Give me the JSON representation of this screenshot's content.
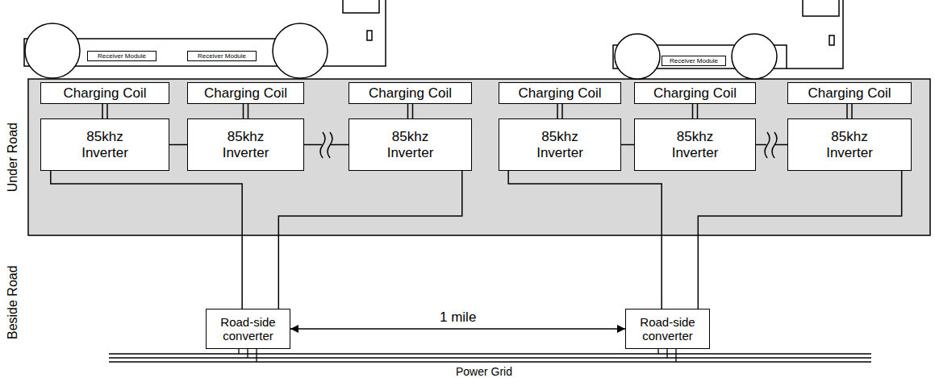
{
  "diagram": {
    "nodes": [
      {
        "text": [
          "Receiver Module"
        ]
      },
      {
        "text": [
          "Receiver Module"
        ]
      },
      {
        "text": [
          "Receiver Module"
        ]
      },
      {
        "text": [
          "Charging Coil"
        ]
      },
      {
        "text": [
          "Charging Coil"
        ]
      },
      {
        "text": [
          "Charging Coil"
        ]
      },
      {
        "text": [
          "Charging Coil"
        ]
      },
      {
        "text": [
          "Charging Coil"
        ]
      },
      {
        "text": [
          "Charging Coil"
        ]
      },
      {
        "text": [
          "85khz Inverter"
        ]
      },
      {
        "text": [
          "85khz Inverter"
        ]
      },
      {
        "text": [
          "85khz Inverter"
        ]
      },
      {
        "text": [
          "85khz Inverter"
        ]
      },
      {
        "text": [
          "85khz Inverter"
        ]
      },
      {
        "text": [
          "85khz Inverter"
        ]
      },
      {
        "text": [
          "Road-side converter"
        ]
      },
      {
        "text": [
          "Road-side converter"
        ]
      }
    ],
    "edges": [
      {
        "from": 3,
        "to": 9,
        "arrow": "none"
      },
      {
        "from": 4,
        "to": 10,
        "arrow": "none"
      },
      {
        "from": 5,
        "to": 11,
        "arrow": "none"
      },
      {
        "from": 6,
        "to": 12,
        "arrow": "none"
      },
      {
        "from": 7,
        "to": 13,
        "arrow": "none"
      },
      {
        "from": 8,
        "to": 14,
        "arrow": "none"
      },
      {
        "from": 9,
        "to": 10,
        "arrow": "none"
      },
      {
        "from": 10,
        "to": 11,
        "arrow": "none"
      },
      {
        "from": 12,
        "to": 13,
        "arrow": "none"
      },
      {
        "from": 13,
        "to": 14,
        "arrow": "none"
      },
      {
        "from": 9,
        "to": 15,
        "arrow": "none"
      },
      {
        "from": 11,
        "to": 15,
        "arrow": "none"
      },
      {
        "from": 12,
        "to": 16,
        "arrow": "none"
      },
      {
        "from": 14,
        "to": 16,
        "arrow": "none"
      },
      {
        "from": 15,
        "to": 16,
        "label": "1 mile",
        "arrow": "both"
      }
    ],
    "labels": [
      "Under Road",
      "Beside Road",
      "Power Grid"
    ]
  }
}
